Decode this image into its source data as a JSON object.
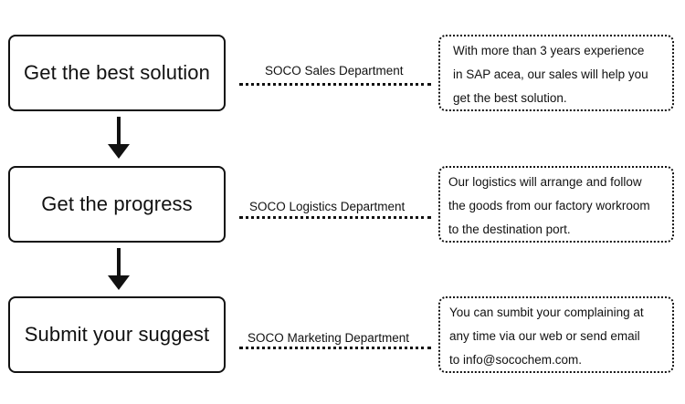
{
  "steps": [
    {
      "title": "Get the best solution",
      "department": "SOCO Sales Department",
      "note_lines": [
        "With more than 3 years experience",
        "in SAP acea, our sales will help you",
        "get the best solution."
      ]
    },
    {
      "title": "Get the progress",
      "department": "SOCO Logistics Department",
      "note_lines": [
        "Our logistics will arrange and follow",
        "the goods from our factory workroom",
        "to the destination port."
      ]
    },
    {
      "title": "Submit your suggest",
      "department": "SOCO Marketing Department",
      "note_lines": [
        "You can sumbit your complaining at",
        "any time via our web or send email",
        "to info@socochem.com."
      ]
    }
  ],
  "colors": {
    "stroke": "#111111",
    "background": "#ffffff"
  }
}
